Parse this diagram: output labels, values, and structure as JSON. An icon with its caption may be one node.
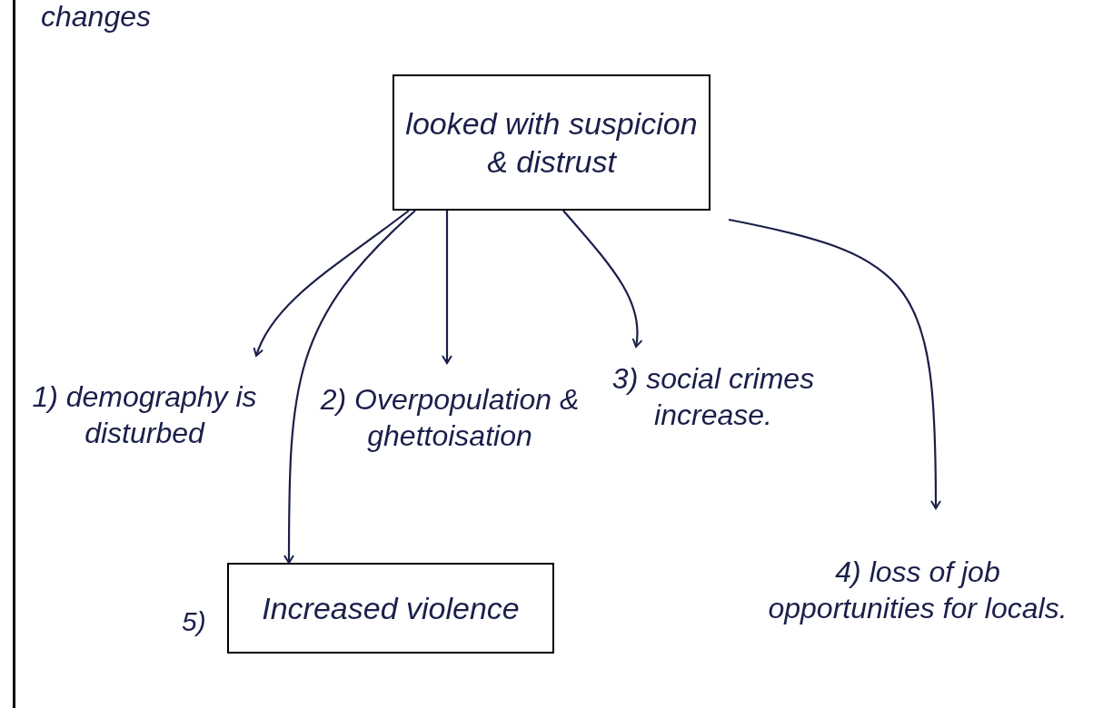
{
  "diagram": {
    "nodes": [
      {
        "text": [
          "looked with suspicion & distrust"
        ]
      },
      {
        "text": [
          "1) demography is disturbed"
        ]
      },
      {
        "text": [
          "2) Overpopulation & ghettoisation"
        ]
      },
      {
        "text": [
          "3) social crimes increase."
        ]
      },
      {
        "text": [
          "4) loss of job opportunities for locals."
        ]
      },
      {
        "text": [
          "Increased violence"
        ],
        "beside": [
          "5)"
        ]
      }
    ],
    "edges": [
      {
        "from": 0,
        "to": 1,
        "arrow": "to"
      },
      {
        "from": 0,
        "to": 2,
        "arrow": "to"
      },
      {
        "from": 0,
        "to": 3,
        "arrow": "to"
      },
      {
        "from": 0,
        "to": 4,
        "arrow": "to"
      },
      {
        "from": 0,
        "to": 5,
        "arrow": "to"
      }
    ],
    "labels": [
      "changes"
    ]
  }
}
